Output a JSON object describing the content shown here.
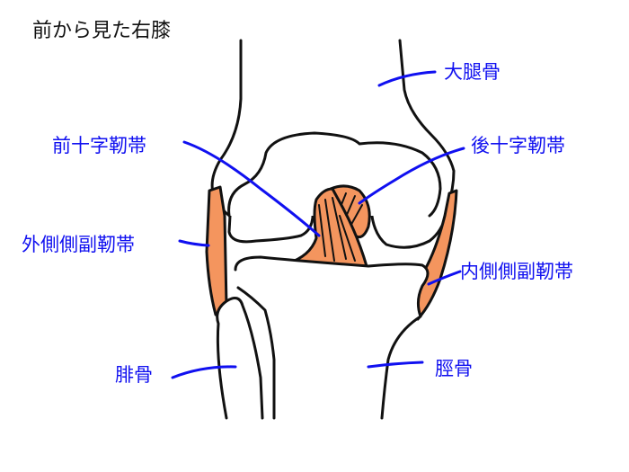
{
  "title": "前から見た右膝",
  "labels": {
    "femur": "大腿骨",
    "acl": "前十字靭帯",
    "pcl": "後十字靭帯",
    "lcl": "外側側副靭帯",
    "mcl": "内側側副靭帯",
    "fibula": "腓骨",
    "tibia": "脛骨"
  },
  "colors": {
    "ligament": "#f4955e",
    "label": "#1010f0",
    "outline": "#111111"
  }
}
